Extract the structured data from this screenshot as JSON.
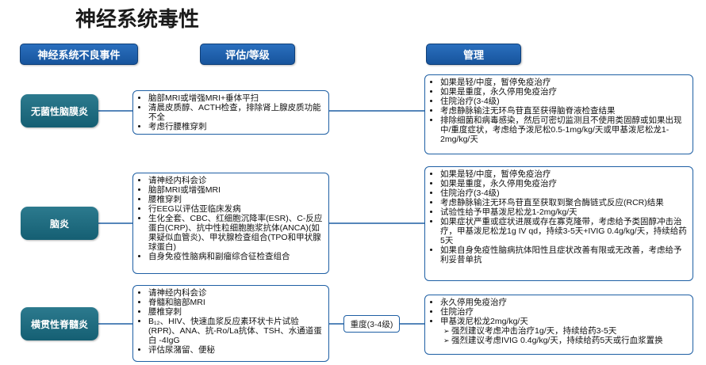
{
  "title": "神经系统毒性",
  "headers": {
    "event": "神经系统不良事件",
    "assess": "评估/等级",
    "manage": "管理"
  },
  "colors": {
    "header": "#1e63b0",
    "category": "#1d6c80",
    "border": "#1e5fa4"
  },
  "rows": [
    {
      "category": "无菌性脑膜炎",
      "assessment": [
        "脑部MRI或增强MRI+垂体平扫",
        "清晨皮质醇、ACTH检查，排除肾上腺皮质功能不全",
        "考虑行腰椎穿刺"
      ],
      "management": [
        "如果是轻/中度，暂停免疫治疗",
        "如果是重度，永久停用免疫治疗",
        "住院治疗(3-4级)",
        "考虑静脉输注无环鸟苷直至获得脑脊液检查结果",
        "排除细菌和病毒感染，然后可密切监测且不使用类固醇或如果出现中/重度症状，考虑给予泼尼松0.5-1mg/kg/天或甲基泼尼松龙1-2mg/kg/天"
      ]
    },
    {
      "category": "脑炎",
      "assessment": [
        "请神经内科会诊",
        "脑部MRI或增强MRI",
        "腰椎穿刺",
        "行EEG以评估亚临床发病",
        "生化全套、CBC、红细胞沉降率(ESR)、C-反应蛋白(CRP)、抗中性粒细胞胞浆抗体(ANCA)(如果疑似血管炎)、甲状腺检查组合(TPO和甲状腺球蛋白)",
        "自身免疫性脑病和副瘤综合征检查组合"
      ],
      "management": [
        "如果是轻/中度，暂停免疫治疗",
        "如果是重度，永久停用免疫治疗",
        "住院治疗(3-4级)",
        "考虑静脉输注无环鸟苷直至获取到聚合酶链式反应(RCR)结果",
        "试验性给予甲基泼尼松龙1-2mg/kg/天",
        "如果症状严重或症状进展或存在寡克隆带，考虑给予类固醇冲击治疗，甲基泼尼松龙1g IV qd，持续3-5天+IVIG 0.4g/kg/天，持续给药5天",
        "如果自身免疫性脑病抗体阳性且症状改善有限或无改善，考虑给予利妥昔单抗"
      ]
    },
    {
      "category": "横贯性脊髓炎",
      "assessment": [
        "请神经内科会诊",
        "脊髓和脑部MRI",
        "腰椎穿刺",
        "B₁₂、HIV、快速血浆反应素环状卡片试验(RPR)、ANA、抗-Ro/La抗体、TSH、水通道蛋白 -4IgG",
        "评估尿潴留、便秘"
      ],
      "grade": "重度(3-4级)",
      "management": [
        "永久停用免疫治疗",
        "住院治疗",
        "甲基泼尼松龙2mg/kg/天"
      ],
      "management_sub": [
        "强烈建议考虑冲击治疗1g/天，持续给药3-5天",
        "强烈建议考虑IVIG 0.4g/kg/天，持续给药5天或行血浆置换"
      ]
    }
  ]
}
